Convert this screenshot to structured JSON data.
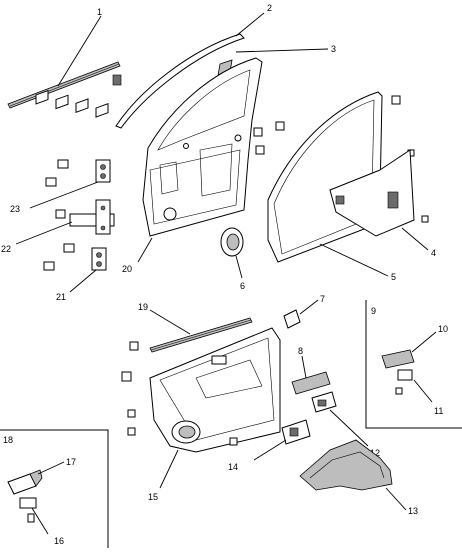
{
  "callouts": [
    "1",
    "2",
    "3",
    "4",
    "5",
    "6",
    "7",
    "8",
    "9",
    "10",
    "11",
    "12",
    "13",
    "14",
    "15",
    "16",
    "17",
    "18",
    "19",
    "20",
    "21",
    "22",
    "23"
  ],
  "inset_labels": {
    "upper_right": "9",
    "lower_left": "18"
  }
}
